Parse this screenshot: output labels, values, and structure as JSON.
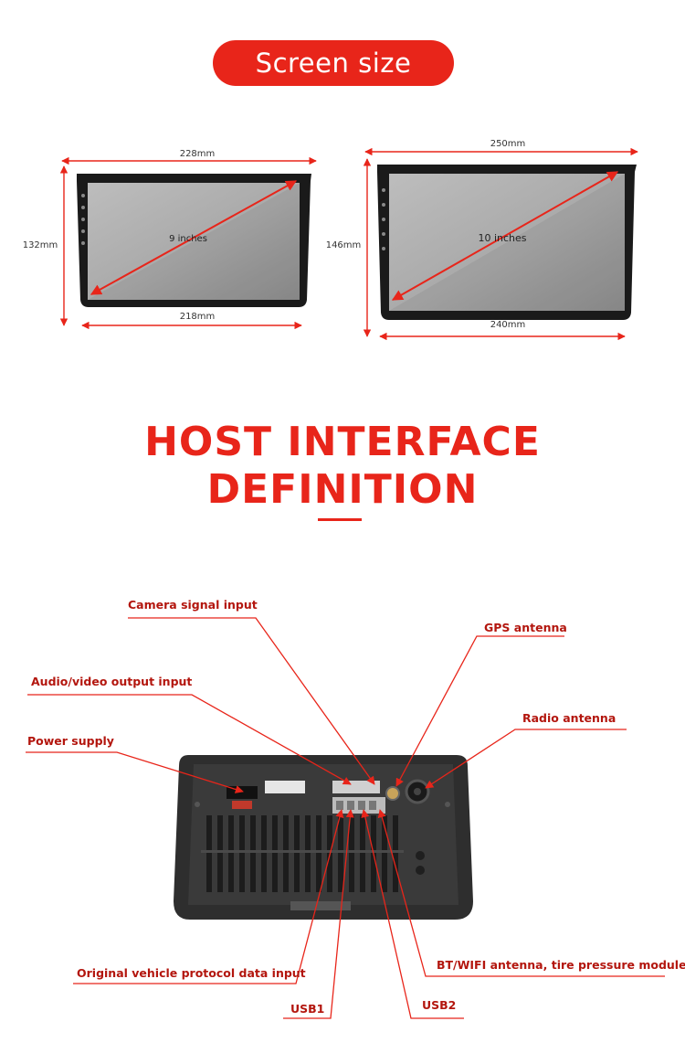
{
  "screen_size_badge": "Screen size",
  "screen_9": {
    "top_width": "228mm",
    "bottom_width": "218mm",
    "height": "132mm",
    "diagonal": "9 inches"
  },
  "screen_10": {
    "top_width": "250mm",
    "bottom_width": "240mm",
    "height": "146mm",
    "diagonal": "10 inches"
  },
  "host_title": {
    "line1": "HOST INTERFACE",
    "line2": "DEFINITION"
  },
  "callouts": {
    "camera": "Camera signal input",
    "gps": "GPS antenna",
    "audio_video": "Audio/video output input",
    "radio": "Radio antenna",
    "power": "Power supply",
    "protocol": "Original vehicle protocol data input",
    "bt_wifi": "BT/WIFI antenna, tire pressure module, etc",
    "usb1": "USB1",
    "usb2": "USB2"
  },
  "colors": {
    "accent": "#e8251a",
    "callout_text": "#b3160e"
  }
}
